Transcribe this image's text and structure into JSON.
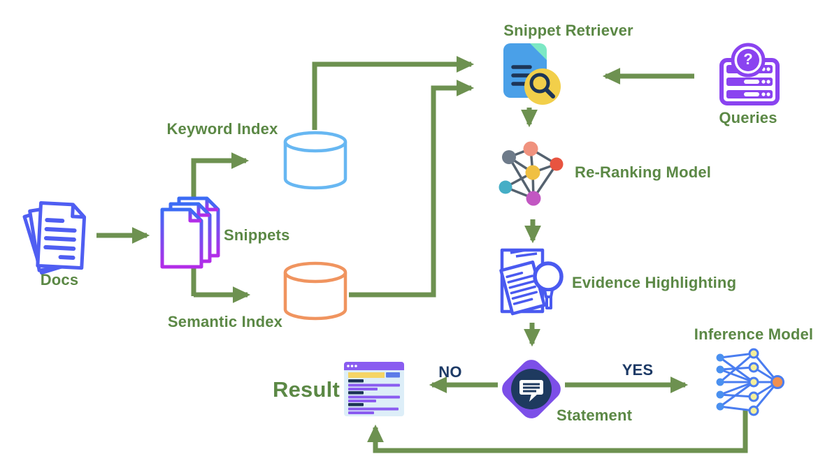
{
  "diagram": {
    "title": "snippet retrieval and fact-checking pipeline flowchart",
    "nodes": {
      "docs": {
        "label": "Docs",
        "icon": "document-stack-icon"
      },
      "snippets": {
        "label": "Snippets",
        "icon": "snippet-pages-icon"
      },
      "keyword_index": {
        "label": "Keyword Index",
        "icon": "database-cylinder-icon"
      },
      "semantic_index": {
        "label": "Semantic Index",
        "icon": "database-cylinder-icon"
      },
      "snippet_retriever": {
        "label": "Snippet Retriever",
        "icon": "document-search-icon"
      },
      "queries": {
        "label": "Queries",
        "icon": "server-question-icon",
        "icon_glyph": "?"
      },
      "reranking_model": {
        "label": "Re-Ranking Model",
        "icon": "network-graph-icon"
      },
      "evidence_highlighting": {
        "label": "Evidence Highlighting",
        "icon": "document-magnifier-icon"
      },
      "statement": {
        "label": "Statement",
        "icon": "chat-bubble-diamond-icon"
      },
      "inference_model": {
        "label": "Inference Model",
        "icon": "neural-network-icon"
      },
      "result": {
        "label": "Result",
        "icon": "browser-window-icon"
      }
    },
    "branch_labels": {
      "yes": "YES",
      "no": "NO"
    },
    "colors": {
      "label_green": "#5b8845",
      "arrow_green": "#6d9150",
      "branch_navy": "#1d3a66",
      "docs_blue": "#4f5ef2",
      "snippets_gradient_top": "#3b6cf5",
      "snippets_gradient_bottom": "#b32ce8",
      "keyword_cylinder_blue": "#67b7f2",
      "semantic_cylinder_orange": "#f0945f",
      "retriever_doc_blue": "#4aa0e8",
      "retriever_fold_teal": "#7ce8c4",
      "magnifier_circle_yellow": "#f2cf4a",
      "queries_purple": "#8a43f0",
      "graph_node_gray": "#6e7b8a",
      "graph_node_salmon": "#f0927e",
      "graph_node_red": "#e85440",
      "graph_node_yellow": "#f0c042",
      "graph_node_teal": "#45aec6",
      "graph_node_magenta": "#c257c2",
      "evidence_blue": "#4a5af0",
      "statement_purple": "#7c4fe8",
      "statement_navy": "#1e3a5f",
      "result_header_purple": "#8a5cf0",
      "result_body_blue": "#ddeef8",
      "result_bar_yellow": "#f5d565",
      "result_chip_blue": "#5b7be8",
      "inference_blue": "#4a7df0",
      "inference_output_orange": "#f09050"
    }
  }
}
